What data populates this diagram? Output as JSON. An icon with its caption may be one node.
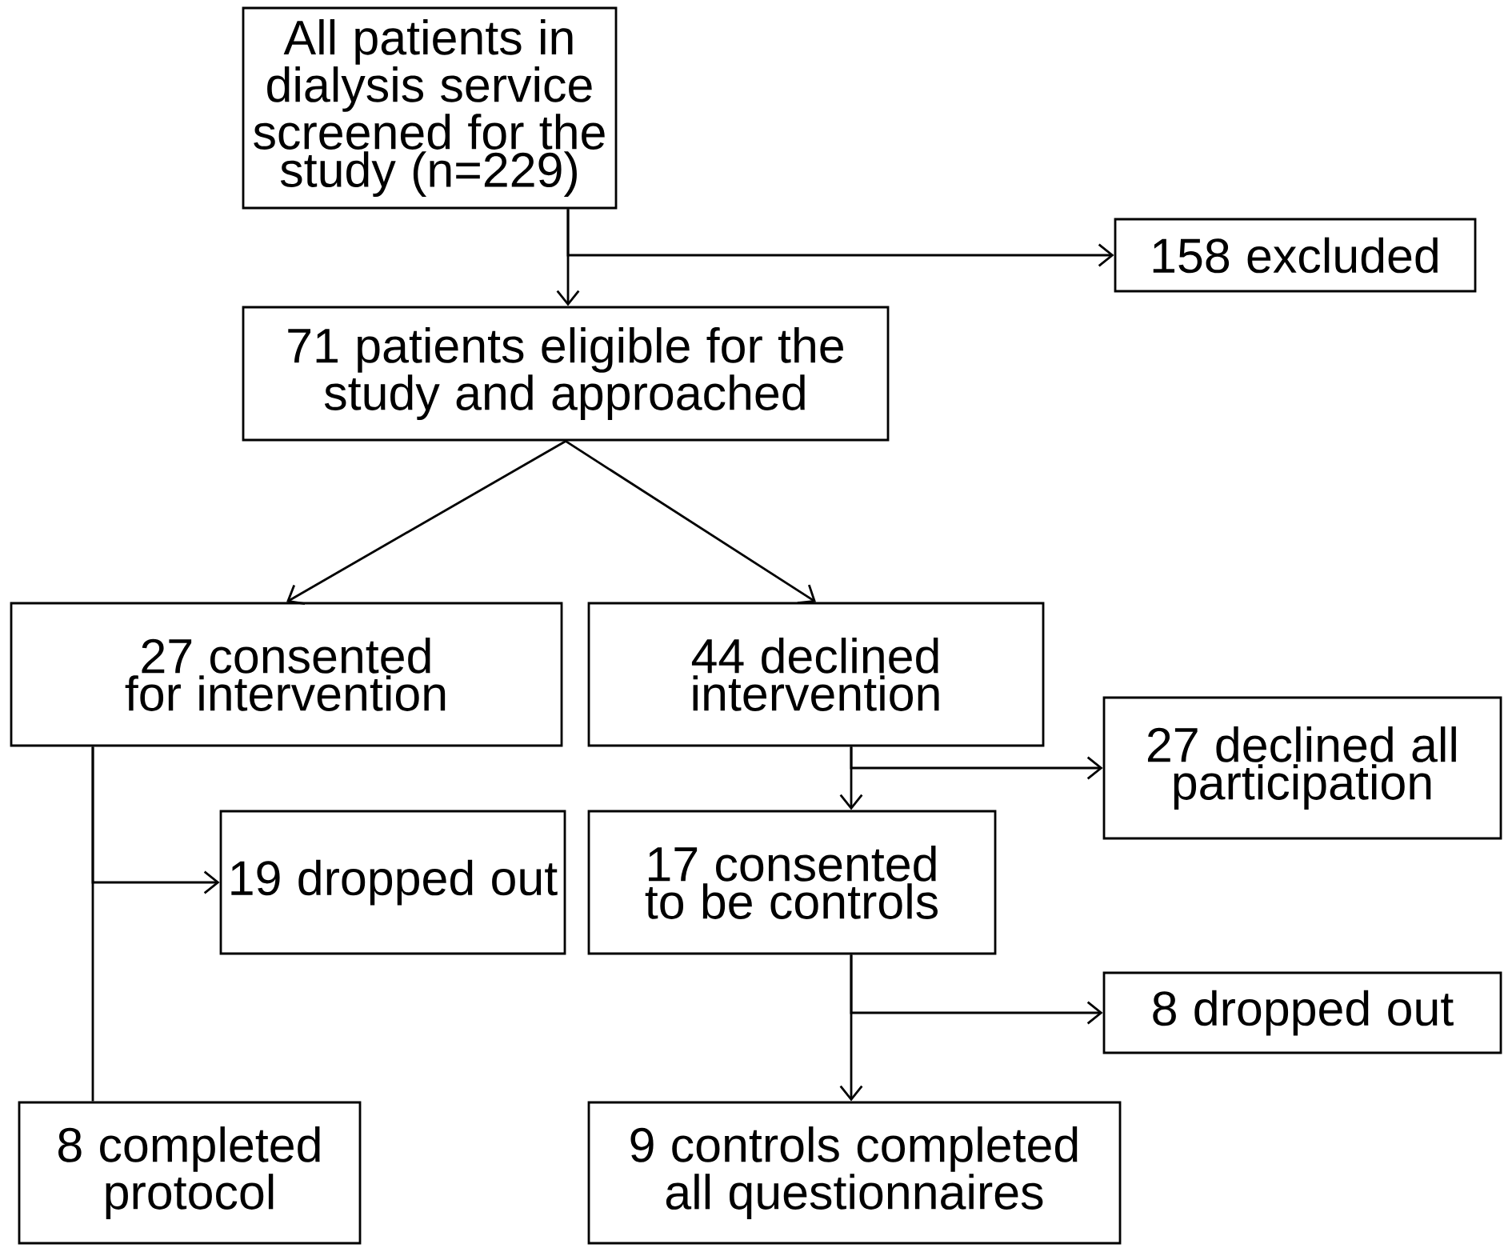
{
  "diagram": {
    "nodes": [
      {
        "text": [
          "All patients in dialysis service screened for the study (n=229)"
        ]
      },
      {
        "text": [
          "158 excluded"
        ]
      },
      {
        "text": [
          "71 patients eligible for the study and approached"
        ]
      },
      {
        "text": [
          "27 consented for intervention"
        ]
      },
      {
        "text": [
          "44 declined intervention"
        ]
      },
      {
        "text": [
          "27 declined all participation"
        ]
      },
      {
        "text": [
          "19 dropped out"
        ]
      },
      {
        "text": [
          "17 consented to be controls"
        ]
      },
      {
        "text": [
          "8 dropped out"
        ]
      },
      {
        "text": [
          "8 completed protocol"
        ]
      },
      {
        "text": [
          "9 controls completed all questionnaires"
        ]
      }
    ],
    "edges": [
      {
        "from": 0,
        "to": 2,
        "arrow": "to"
      },
      {
        "from": 0,
        "to": 1,
        "arrow": "to"
      },
      {
        "from": 2,
        "to": 3,
        "arrow": "to"
      },
      {
        "from": 2,
        "to": 4,
        "arrow": "to"
      },
      {
        "from": 4,
        "to": 7,
        "arrow": "to"
      },
      {
        "from": 4,
        "to": 5,
        "arrow": "to"
      },
      {
        "from": 3,
        "to": 6,
        "arrow": "to"
      },
      {
        "from": 3,
        "to": 9,
        "arrow": "none"
      },
      {
        "from": 7,
        "to": 10,
        "arrow": "to"
      },
      {
        "from": 7,
        "to": 8,
        "arrow": "to"
      }
    ]
  }
}
